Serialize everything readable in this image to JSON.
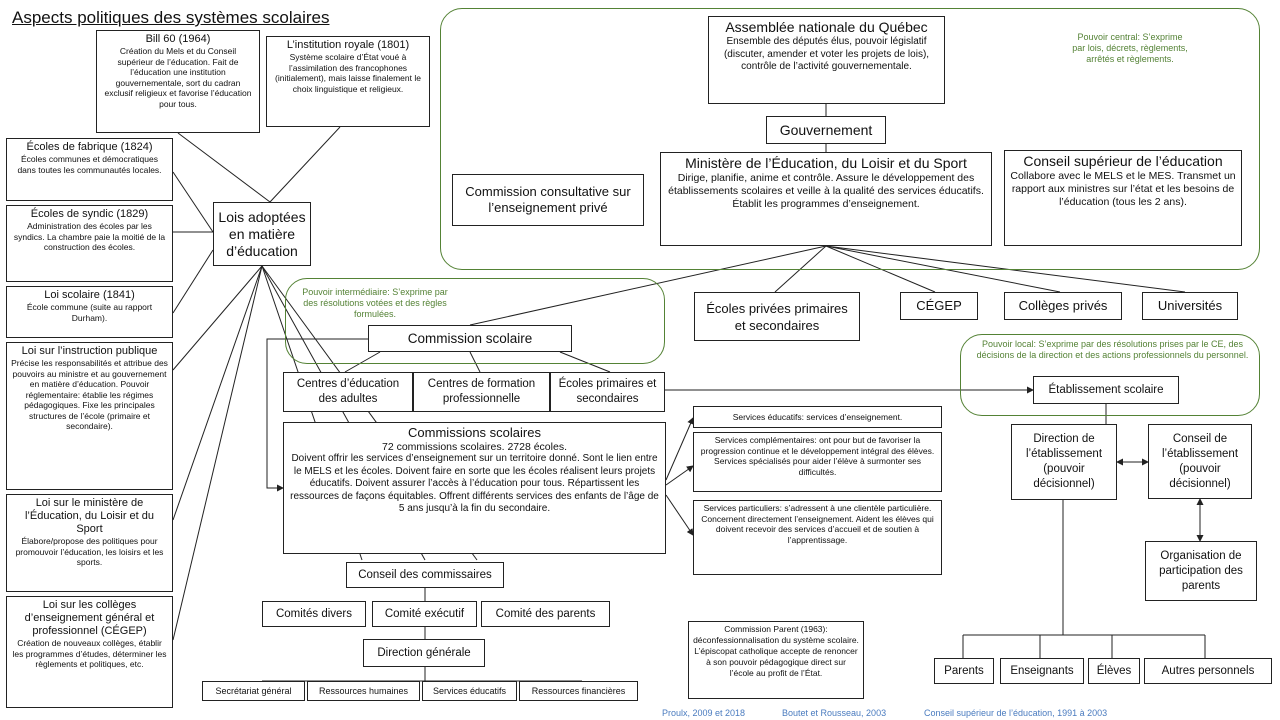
{
  "title": "Aspects politiques des systèmes scolaires",
  "laws_hub": "Lois adoptées en matière d’éducation",
  "laws": [
    {
      "title": "Bill 60 (1964)",
      "desc": "Création du Mels et du Conseil supérieur de l’éducation. Fait de l’éducation une institution gouvernementale, sort du cadran exclusif religieux et favorise l’éducation pour tous."
    },
    {
      "title": "L’institution royale (1801)",
      "desc": "Système scolaire d’État voué à l’assimilation des francophones (initialement), mais laisse finalement le choix linguistique et religieux."
    },
    {
      "title": "Écoles de fabrique (1824)",
      "desc": "Écoles communes et démocratiques dans toutes les communautés locales."
    },
    {
      "title": "Écoles de syndic (1829)",
      "desc": "Administration des écoles par les syndics. La chambre paie la moitié de la construction des écoles."
    },
    {
      "title": "Loi scolaire (1841)",
      "desc": "École commune (suite au rapport Durham)."
    },
    {
      "title": "Loi sur l’instruction publique",
      "desc": "Précise les responsabilités et attribue des pouvoirs au ministre et au gouvernement en matière d’éducation. Pouvoir réglementaire: établie les régimes pédagogiques. Fixe les principales structures de l’école (primaire et secondaire)."
    },
    {
      "title": "Loi sur le ministère de l’Éducation, du Loisir et du Sport",
      "desc": "Élabore/propose des politiques pour promouvoir l’éducation, les loisirs et les sports."
    },
    {
      "title": "Loi sur les collèges d’enseignement général et professionnel (CÉGEP)",
      "desc": "Création de nouveaux collèges, établir les programmes d’études, déterminer les règlements et politiques, etc."
    }
  ],
  "central": {
    "note": "Pouvoir central: S’exprime par lois, décrets, règlements, arrêtés et règlements.",
    "assemblee": {
      "title": "Assemblée nationale du Québec",
      "desc": "Ensemble des députés élus, pouvoir législatif (discuter, amender et voter les projets de lois), contrôle de l’activité gouvernementale."
    },
    "gouvernement": "Gouvernement",
    "ministere": {
      "title": "Ministère de l’Éducation, du Loisir et du Sport",
      "desc": "Dirige, planifie, anime et contrôle. Assure le développement des établissements scolaires et veille à la qualité des services éducatifs. Établit les programmes d’enseignement."
    },
    "commission_consultative": "Commission consultative sur l’enseignement privé",
    "conseil_superieur": {
      "title": "Conseil supérieur de l’éducation",
      "desc": "Collabore avec le MELS et le MES. Transmet un rapport aux ministres sur l’état et les besoins de l’éducation (tous les 2 ans)."
    }
  },
  "ministry_children": [
    "Écoles privées primaires et secondaires",
    "CÉGEP",
    "Collèges privés",
    "Universités"
  ],
  "intermediate": {
    "note": "Pouvoir intermédiaire: S’exprime par des résolutions votées et des règles formulées.",
    "commission_scolaire": "Commission scolaire",
    "centres": [
      "Centres d’éducation des adultes",
      "Centres de formation professionnelle",
      "Écoles primaires et secondaires"
    ]
  },
  "commissions_scolaires": {
    "title": "Commissions scolaires",
    "count": "72 commissions scolaires. 2728 écoles.",
    "desc": "Doivent offrir les services d’enseignement sur un territoire donné. Sont le lien entre le MELS et les écoles. Doivent faire en sorte que les écoles réalisent leurs projets éducatifs. Doivent assurer l’accès à l’éducation pour tous. Répartissent les ressources de façons équitables. Offrent différents services des enfants de l’âge de 5 ans jusqu’à la fin du secondaire."
  },
  "services": [
    "Services éducatifs: services d’enseignement.",
    "Services complémentaires: ont pour but de favoriser la progression continue et le développement intégral des élèves. Services spécialisés pour aider l’élève à surmonter ses difficultés.",
    "Services particuliers: s’adressent à une clientèle particulière. Concernent directement l’enseignement. Aident les élèves qui doivent recevoir des services d’accueil et de soutien à l’apprentissage."
  ],
  "conseil_commissaires": "Conseil des commissaires",
  "comites": [
    "Comités divers",
    "Comité exécutif",
    "Comité des parents"
  ],
  "direction_generale": "Direction générale",
  "services_dg": [
    "Secrétariat général",
    "Ressources humaines",
    "Services éducatifs",
    "Ressources financières"
  ],
  "commission_parent": "Commission Parent (1963): déconfessionnalisation du système scolaire. L’épiscopat catholique accepte de renoncer à son pouvoir pédagogique direct sur l’école au profit de l’État.",
  "local": {
    "note": "Pouvoir local: S’exprime par des résolutions prises par le CE, des décisions de la direction et des actions professionnels du personnel.",
    "etablissement": "Établissement scolaire",
    "direction": "Direction de l’établissement (pouvoir décisionnel)",
    "conseil": "Conseil de l’établissement (pouvoir décisionnel)",
    "organisation": "Organisation de participation des parents",
    "members": [
      "Parents",
      "Enseignants",
      "Élèves",
      "Autres personnels"
    ]
  },
  "citations": [
    "Proulx, 2009 et 2018",
    "Boutet et Rousseau, 2003",
    "Conseil supérieur de l’éducation, 1991 à 2003"
  ]
}
